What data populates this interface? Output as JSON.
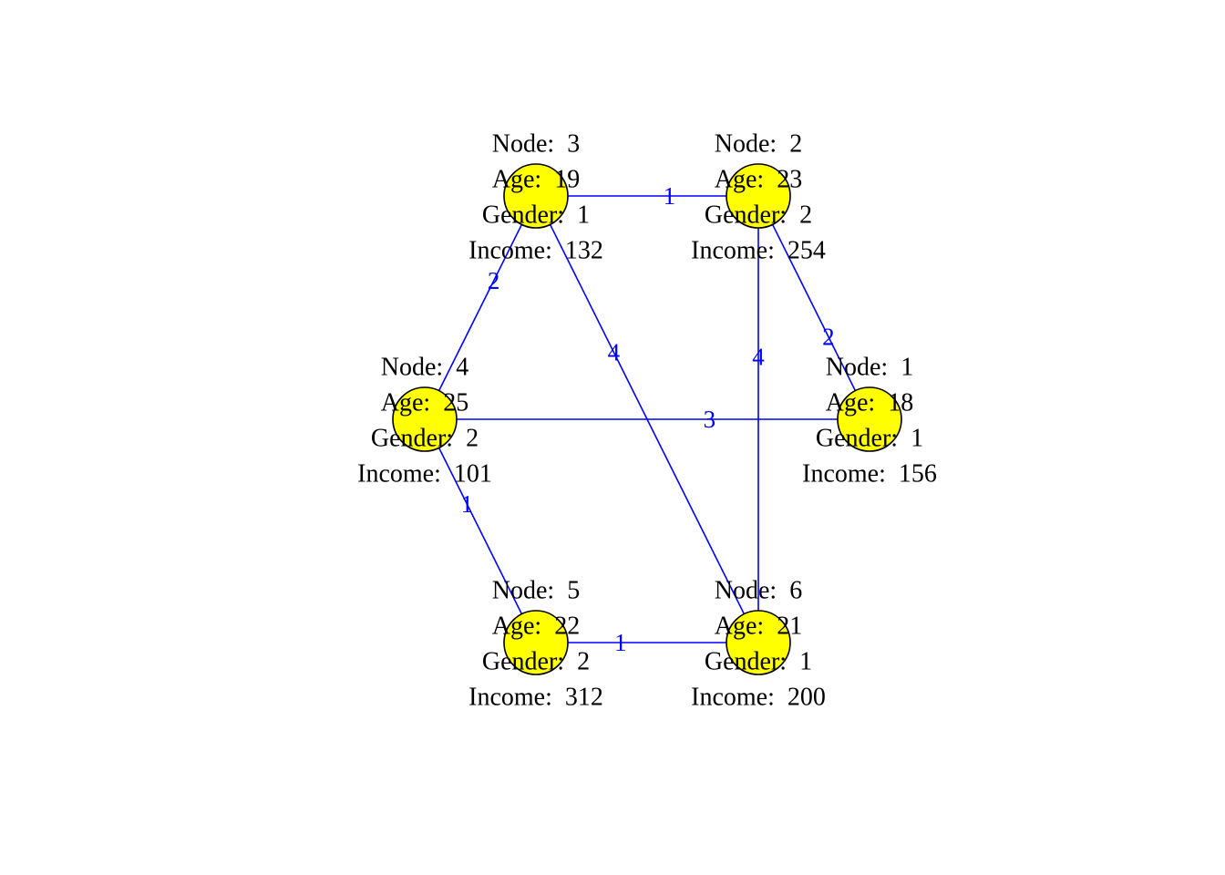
{
  "style": {
    "node_fill": "#ffff00",
    "node_stroke": "#000000",
    "edge_color": "#0000ff",
    "label_color": "#000000"
  },
  "graph": {
    "nodes": [
      {
        "id": 1,
        "lines": [
          "Node:  1",
          "Age:  18",
          "Gender:  1",
          "Income:  156"
        ]
      },
      {
        "id": 2,
        "lines": [
          "Node:  2",
          "Age:  23",
          "Gender:  2",
          "Income:  254"
        ]
      },
      {
        "id": 3,
        "lines": [
          "Node:  3",
          "Age:  19",
          "Gender:  1",
          "Income:  132"
        ]
      },
      {
        "id": 4,
        "lines": [
          "Node:  4",
          "Age:  25",
          "Gender:  2",
          "Income:  101"
        ]
      },
      {
        "id": 5,
        "lines": [
          "Node:  5",
          "Age:  22",
          "Gender:  2",
          "Income:  312"
        ]
      },
      {
        "id": 6,
        "lines": [
          "Node:  6",
          "Age:  21",
          "Gender:  1",
          "Income:  200"
        ]
      }
    ],
    "edges": [
      {
        "source": 3,
        "target": 2,
        "weight": "1"
      },
      {
        "source": 3,
        "target": 4,
        "weight": "2"
      },
      {
        "source": 3,
        "target": 6,
        "weight": "4"
      },
      {
        "source": 2,
        "target": 1,
        "weight": "2"
      },
      {
        "source": 2,
        "target": 6,
        "weight": "4"
      },
      {
        "source": 4,
        "target": 1,
        "weight": "3"
      },
      {
        "source": 4,
        "target": 5,
        "weight": "1"
      },
      {
        "source": 5,
        "target": 6,
        "weight": "1"
      }
    ]
  }
}
